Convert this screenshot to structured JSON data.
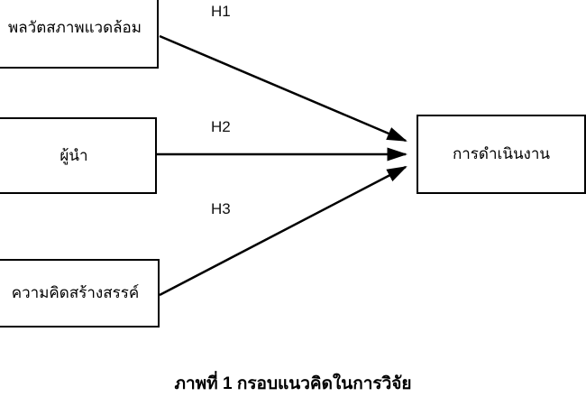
{
  "diagram": {
    "boxes": {
      "env": "พลวัตสภาพแวดล้อม",
      "leader": "ผู้นำ",
      "creativity": "ความคิดสร้างสรรค์",
      "performance": "การดำเนินงาน"
    },
    "arrow_labels": {
      "h1": "H1",
      "h2": "H2",
      "h3": "H3"
    },
    "caption": "ภาพที่ 1 กรอบแนวคิดในการวิจัย",
    "colors": {
      "background": "#ffffff",
      "box_border": "#000000",
      "box_fill": "#ffffff",
      "arrow": "#000000",
      "text": "#000000"
    }
  }
}
